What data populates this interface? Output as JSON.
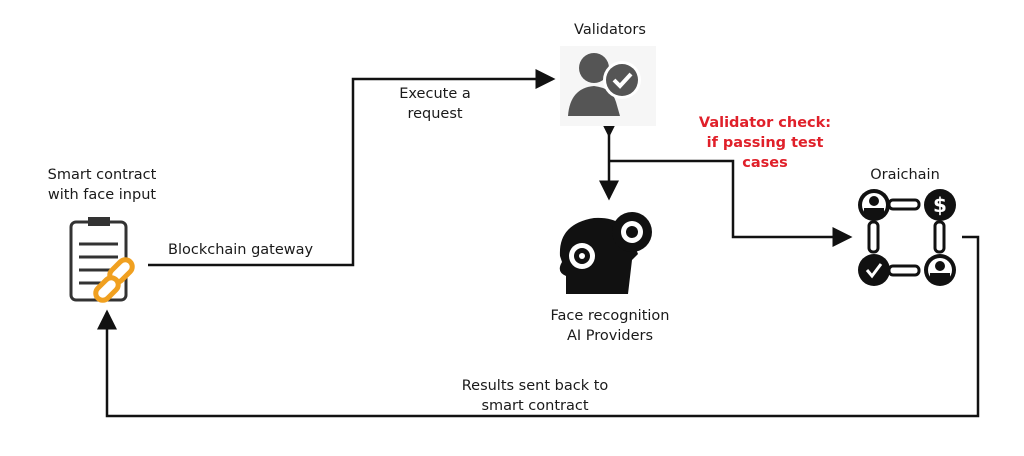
{
  "diagram": {
    "nodes": {
      "smart_contract": {
        "line1": "Smart contract",
        "line2": "with face input",
        "icon": "contract-chain-icon"
      },
      "validators": {
        "label": "Validators",
        "icon": "user-check-icon"
      },
      "ai_providers": {
        "line1": "Face recognition",
        "line2": "AI Providers",
        "icon": "head-gears-icon"
      },
      "oraichain": {
        "label": "Oraichain",
        "icon": "blockchain-network-icon"
      }
    },
    "edges": {
      "gateway": {
        "label": "Blockchain gateway"
      },
      "execute": {
        "line1": "Execute a",
        "line2": "request"
      },
      "validator_check": {
        "line1": "Validator check:",
        "line2": "if passing test",
        "line3": "cases",
        "color": "#e0202a"
      },
      "results": {
        "line1": "Results sent back to",
        "line2": "smart contract"
      }
    }
  }
}
